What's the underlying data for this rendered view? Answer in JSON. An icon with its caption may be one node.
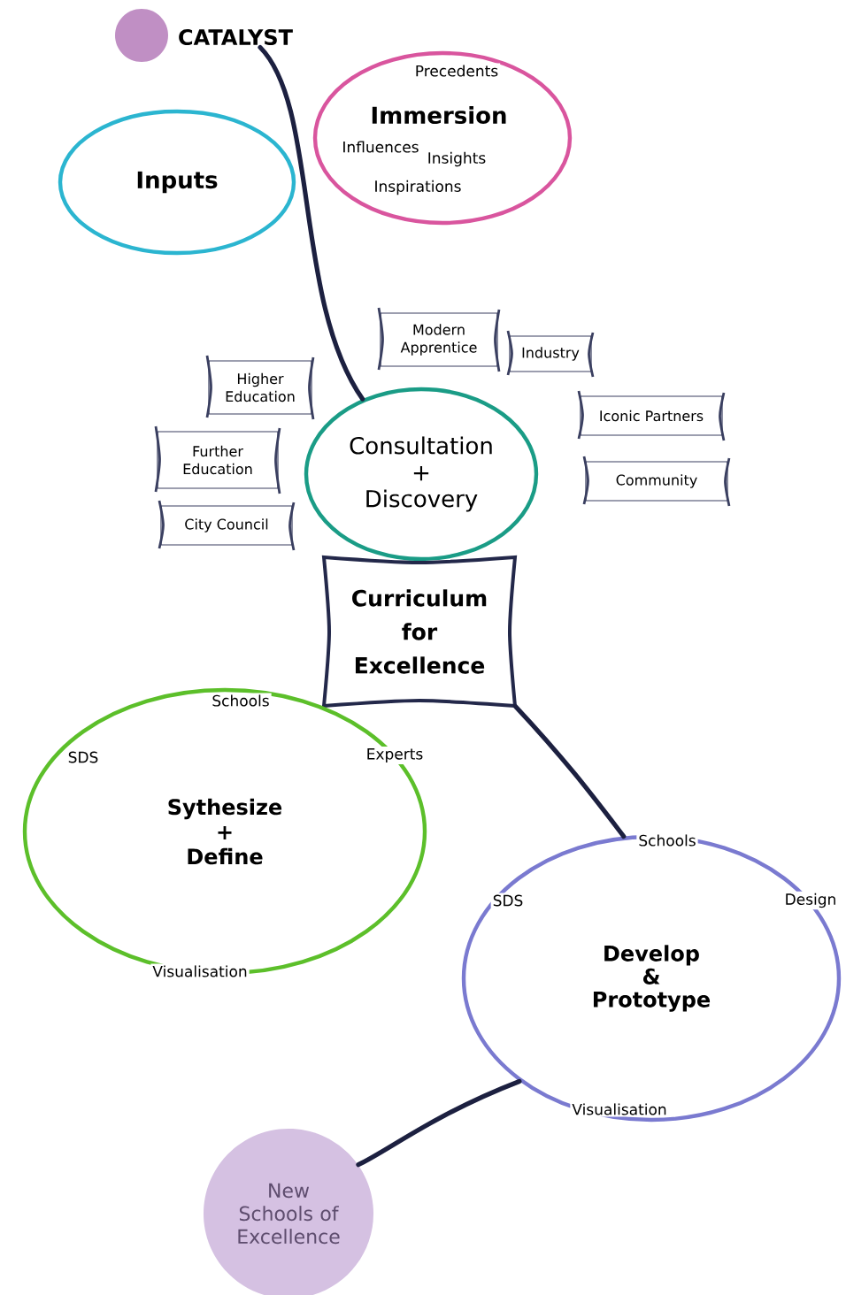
{
  "diagram": {
    "nodes": [
      {
        "text": [
          "CATALYST"
        ]
      },
      {
        "text": [
          "Inputs"
        ]
      },
      {
        "text": [
          "Precedents",
          "Immersion",
          "Influences",
          "Insights",
          "Inspirations"
        ]
      },
      {
        "text": [
          "Consultation + Discovery"
        ]
      },
      {
        "text": [
          "Modern Apprentice"
        ]
      },
      {
        "text": [
          "Industry"
        ]
      },
      {
        "text": [
          "Higher Education"
        ]
      },
      {
        "text": [
          "Iconic Partners"
        ]
      },
      {
        "text": [
          "Further Education"
        ]
      },
      {
        "text": [
          "Community"
        ]
      },
      {
        "text": [
          "City Council"
        ]
      },
      {
        "text": [
          "Curriculum for Excellence"
        ]
      },
      {
        "text": [
          "Schools",
          "SDS",
          "Experts",
          "Sythesize + Define",
          "Visualisation"
        ]
      },
      {
        "text": [
          "Schools",
          "SDS",
          "Design",
          "Develop & Prototype",
          "Visualisation"
        ]
      },
      {
        "text": [
          "New Schools of Excellence"
        ]
      }
    ],
    "edges": [
      {
        "from": 0,
        "to": 3,
        "arrow": "none"
      },
      {
        "from": 11,
        "to": 13,
        "arrow": "none"
      },
      {
        "from": 13,
        "to": 14,
        "arrow": "none"
      }
    ]
  }
}
